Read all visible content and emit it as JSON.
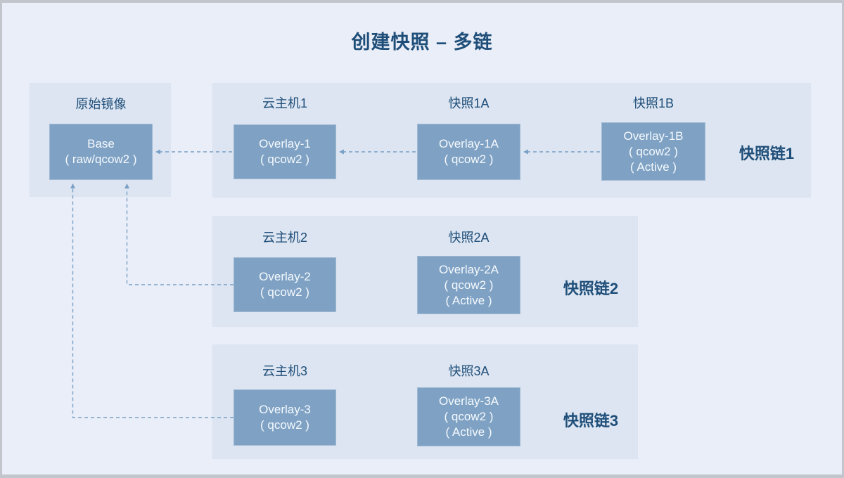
{
  "title": "创建快照 – 多链",
  "base_panel": {
    "label": "原始镜像",
    "node": {
      "lines": [
        "Base",
        "( raw/qcow2 )"
      ]
    }
  },
  "chains": [
    {
      "chain_label": "快照链1",
      "nodes": [
        {
          "label": "云主机1",
          "lines": [
            "Overlay-1",
            "( qcow2 )"
          ]
        },
        {
          "label": "快照1A",
          "lines": [
            "Overlay-1A",
            "( qcow2 )"
          ]
        },
        {
          "label": "快照1B",
          "lines": [
            "Overlay-1B",
            "( qcow2 )",
            "( Active )"
          ]
        }
      ]
    },
    {
      "chain_label": "快照链2",
      "nodes": [
        {
          "label": "云主机2",
          "lines": [
            "Overlay-2",
            "( qcow2 )"
          ]
        },
        {
          "label": "快照2A",
          "lines": [
            "Overlay-2A",
            "( qcow2 )",
            "( Active )"
          ]
        }
      ]
    },
    {
      "chain_label": "快照链3",
      "nodes": [
        {
          "label": "云主机3",
          "lines": [
            "Overlay-3",
            "( qcow2 )"
          ]
        },
        {
          "label": "快照3A",
          "lines": [
            "Overlay-3A",
            "( qcow2 )",
            "( Active )"
          ]
        }
      ]
    }
  ],
  "colors": {
    "background": "#e9eef8",
    "panel": "#dce5f1",
    "node_fill": "#7fa2c4",
    "node_text": "#f5f9fd",
    "heading": "#1f4e79",
    "connector": "#7aa0c6",
    "frame": "#c2c5cb"
  }
}
